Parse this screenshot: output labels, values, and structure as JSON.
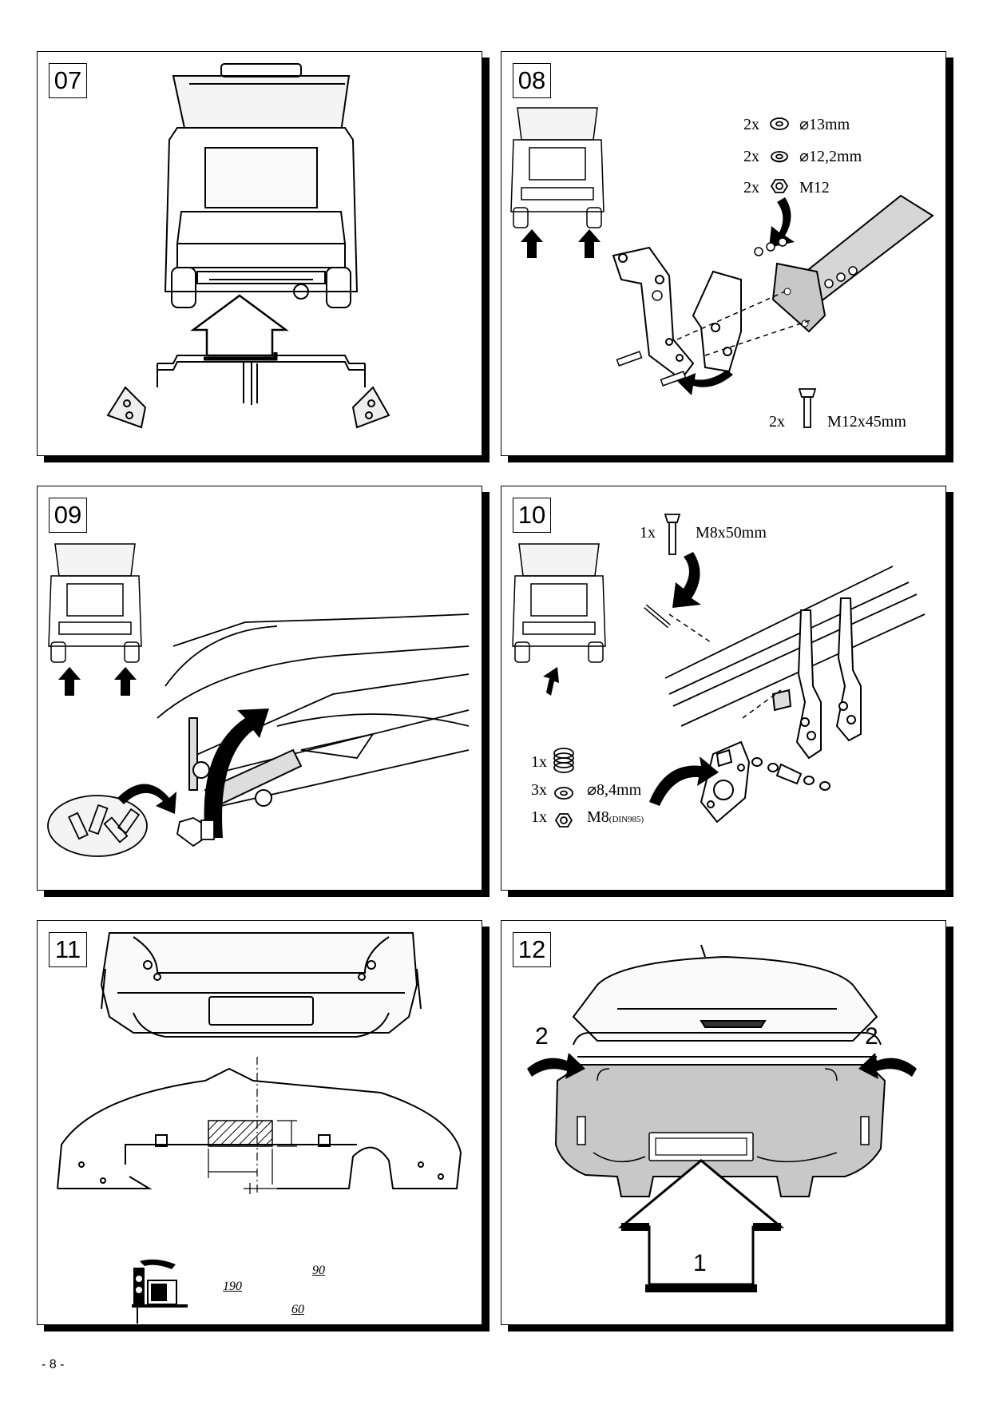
{
  "page_number": "- 8 -",
  "steps": {
    "s07": {
      "number": "07"
    },
    "s08": {
      "number": "08",
      "parts": [
        {
          "qty": "2x",
          "icon": "washer-icon",
          "spec": "⌀13mm"
        },
        {
          "qty": "2x",
          "icon": "spring-washer-icon",
          "spec": "⌀12,2mm"
        },
        {
          "qty": "2x",
          "icon": "hex-nut-icon",
          "spec": "M12"
        }
      ],
      "bolt": {
        "qty": "2x",
        "icon": "bolt-icon",
        "spec": "M12x45mm"
      }
    },
    "s09": {
      "number": "09"
    },
    "s10": {
      "number": "10",
      "bolt": {
        "qty": "1x",
        "icon": "bolt-icon",
        "spec": "M8x50mm"
      },
      "parts": [
        {
          "qty": "1x",
          "icon": "spring-icon",
          "spec": ""
        },
        {
          "qty": "3x",
          "icon": "washer-icon",
          "spec": "⌀8,4mm"
        },
        {
          "qty": "1x",
          "icon": "lock-nut-icon",
          "spec": "M8",
          "spec_note": "(DIN985)"
        }
      ]
    },
    "s11": {
      "number": "11",
      "dimensions": [
        "190",
        "90",
        "60"
      ]
    },
    "s12": {
      "number": "12",
      "callouts": [
        "1",
        "2",
        "2"
      ]
    }
  }
}
